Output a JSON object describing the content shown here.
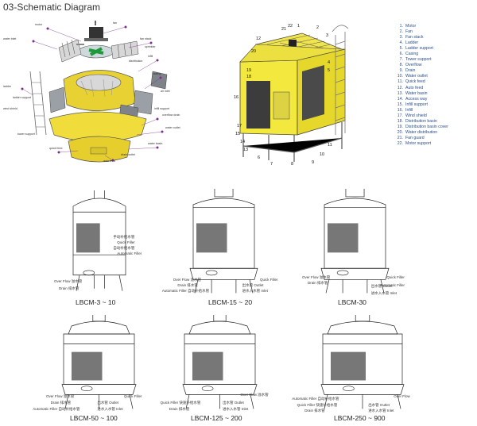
{
  "heading": "03-Schematic Diagram",
  "legend": [
    {
      "num": "1.",
      "label": "Motor"
    },
    {
      "num": "2.",
      "label": "Fan"
    },
    {
      "num": "3.",
      "label": "Fan stack"
    },
    {
      "num": "4.",
      "label": "Ladder"
    },
    {
      "num": "5.",
      "label": "Ladder support"
    },
    {
      "num": "6.",
      "label": "Casing"
    },
    {
      "num": "7.",
      "label": "Tower support"
    },
    {
      "num": "8.",
      "label": "Overflow"
    },
    {
      "num": "9.",
      "label": "Drain"
    },
    {
      "num": "10.",
      "label": "Water outlet"
    },
    {
      "num": "11.",
      "label": "Quick feed"
    },
    {
      "num": "12.",
      "label": "Auto feed"
    },
    {
      "num": "13.",
      "label": "Water basin"
    },
    {
      "num": "14.",
      "label": "Access way"
    },
    {
      "num": "15.",
      "label": "Infill support"
    },
    {
      "num": "16.",
      "label": "Infill"
    },
    {
      "num": "17.",
      "label": "Wind shield"
    },
    {
      "num": "18.",
      "label": "Distribution basin"
    },
    {
      "num": "19.",
      "label": "Distribution basin cover"
    },
    {
      "num": "20.",
      "label": "Water distribution"
    },
    {
      "num": "21.",
      "label": "Fan guard"
    },
    {
      "num": "22.",
      "label": "Motor support"
    }
  ],
  "tower_callouts": [
    "12",
    "1",
    "2",
    "3",
    "20",
    "21",
    "22",
    "19",
    "18",
    "4",
    "5",
    "16",
    "17",
    "15",
    "14",
    "13",
    "6",
    "7",
    "8",
    "9",
    "10",
    "11"
  ],
  "exploded_labels": [
    "water inlet",
    "motor",
    "fan",
    "fan stack",
    "infill",
    "casing",
    "water basin",
    "overflow drain",
    "water outlet",
    "quick feed",
    "auto feed",
    "ladder",
    "ladder support",
    "infill support",
    "wind shield",
    "distribution",
    "sprinkler",
    "air inlet",
    "tower support",
    "drain outlet"
  ],
  "models": [
    {
      "caption": "LBCM-3 ~ 10",
      "labels": [
        "Over Flow 溢水管",
        "Drain 排水管",
        "手动补给水管",
        "Quick Filler",
        "自动补给水管",
        "Automatic Filler"
      ]
    },
    {
      "caption": "LBCM-15 ~ 20",
      "labels": [
        "Over Flow 溢水管",
        "Drain 排水管",
        "Automatic Filler 自动补给水管",
        "Quick Filler",
        "出水管 Outlet",
        "进水入水管 Inlet"
      ]
    },
    {
      "caption": "LBCM-30",
      "labels": [
        "Over Flow 溢水管",
        "Drain 排水管",
        "Automatic Filler",
        "Quick Filler",
        "出水管 Outlet",
        "进水入水管 Inlet"
      ]
    },
    {
      "caption": "LBCM-50 ~ 100",
      "labels": [
        "Over Flow 溢水管",
        "Drain 排水管",
        "Automatic Filler 自动补给水管",
        "Quick Filler",
        "出水管 Outlet",
        "进水入水管 Inlet"
      ]
    },
    {
      "caption": "LBCM-125 ~ 200",
      "labels": [
        "Quick Filler 快速补给水管",
        "Drain 排水管",
        "Over Flow 溢水管",
        "出水管 Outlet",
        "进水入水管 Inlet"
      ]
    },
    {
      "caption": "LBCM-250 ~ 900",
      "labels": [
        "Automatic Filler 自动补给水管",
        "Quick Filler 快速补给水管",
        "Over Flow",
        "Drain 排水管",
        "出水管 Outlet",
        "进水入水管 Inlet"
      ]
    }
  ]
}
